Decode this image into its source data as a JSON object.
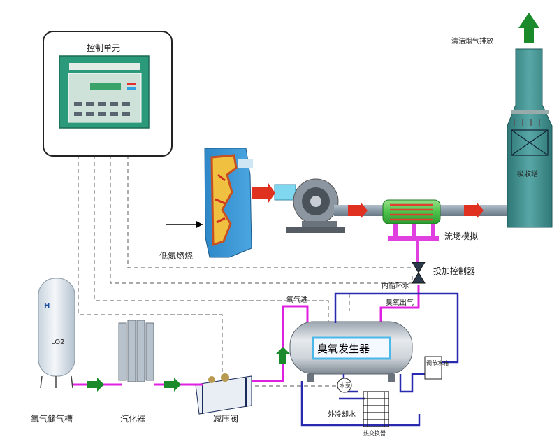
{
  "labels": {
    "control_unit": "控制单元",
    "low_nox_combustion": "低氮燃烧",
    "flow_field_simulation": "流场模拟",
    "dosing_controller": "投加控制器",
    "clean_flue_gas_exhaust": "清洁烟气排放",
    "absorption_tower": "吸收塔",
    "inner_circulating_water": "内循环水",
    "oxygen_inlet": "氧气进",
    "ozone_outlet": "臭氧出气",
    "ozone_generator": "臭氧发生器",
    "oxygen_storage_tank": "氧气储气槽",
    "vaporizer": "汽化器",
    "pressure_reducing_valve": "减压阀",
    "water_pump": "水泵",
    "outer_cooling_water": "外冷却水",
    "heat_exchanger": "热交换器",
    "regulating_tank": "调节水箱",
    "lo2_tank_mark": "LO2"
  },
  "colors": {
    "flow_arrow_red": "#e03020",
    "flow_arrow_green": "#1a8a2a",
    "oxygen_line": "#e020e0",
    "water_line": "#2a2ab0",
    "control_panel": "#2a9a7a",
    "tower": "#3a8a88",
    "duct": "#8a9aa8"
  }
}
